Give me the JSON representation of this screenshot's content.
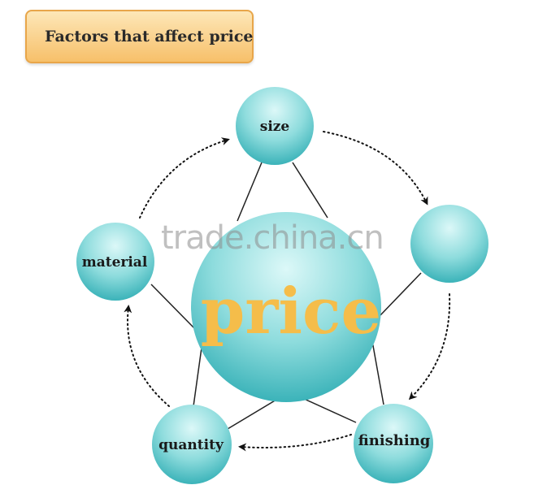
{
  "title": "Factors that affect price",
  "center": {
    "label": "price"
  },
  "nodes": [
    {
      "id": "size",
      "label": "size"
    },
    {
      "id": "unlabeled",
      "label": ""
    },
    {
      "id": "finishing",
      "label": "finishing"
    },
    {
      "id": "quantity",
      "label": "quantity"
    },
    {
      "id": "material",
      "label": "material"
    }
  ],
  "watermark": "trade.china.cn",
  "colors": {
    "node_fill_light": "#d8f6f6",
    "node_fill_dark": "#3cb6bc",
    "center_text": "#f5bd4a",
    "title_border": "#e8a64a"
  }
}
